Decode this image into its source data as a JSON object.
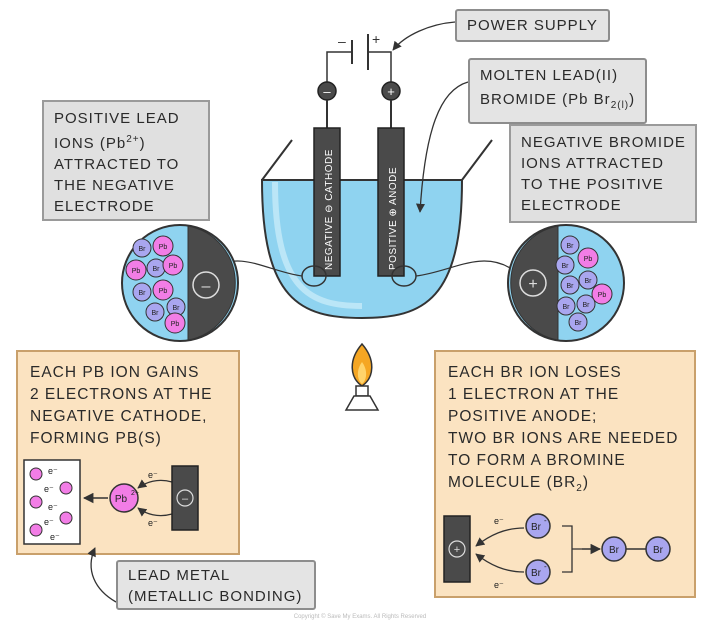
{
  "labels": {
    "power_supply": "POWER SUPPLY",
    "molten_1": "MOLTEN LEAD(II)",
    "molten_2": "BROMIDE (Pb Br",
    "molten_sub": "2(l)",
    "molten_close": ")",
    "pos_ions_1": "POSITIVE LEAD",
    "pos_ions_2a": "IONS (Pb",
    "pos_ions_2sup": "2+",
    "pos_ions_2b": ")",
    "pos_ions_3": "ATTRACTED TO",
    "pos_ions_4": "THE NEGATIVE",
    "pos_ions_5": "ELECTRODE",
    "neg_ions_1": "NEGATIVE BROMIDE",
    "neg_ions_2": "IONS ATTRACTED",
    "neg_ions_3": "TO THE POSITIVE",
    "neg_ions_4": "ELECTRODE",
    "cathode_label": "NEGATIVE ⊖ CATHODE",
    "anode_label": "POSITIVE ⊕ ANODE",
    "pb_1": "EACH Pb ION GAINS",
    "pb_2": "2 ELECTRONS AT THE",
    "pb_3": "NEGATIVE CATHODE,",
    "pb_4": "FORMING Pb(s)",
    "br_1": "EACH Br ION LOSES",
    "br_2": "1 ELECTRON AT THE",
    "br_3": "POSITIVE ANODE;",
    "br_4": "TWO Br IONS ARE NEEDED",
    "br_5": "TO FORM A BROMINE",
    "br_6": "MOLECULE (Br",
    "br_6_sub": "2",
    "br_6_close": ")",
    "lead_metal_1": "LEAD METAL",
    "lead_metal_2": "(METALLIC BONDING)",
    "minus_sign": "–",
    "plus_sign": "+",
    "electron": "e⁻",
    "pb_ion": "Pb",
    "pb_ion_sup": "2+",
    "br_ion": "Br",
    "br_ion_sup": "-",
    "br_atom": "Br",
    "copyright": "Copyright © Save My Exams. All Rights Reserved"
  },
  "colors": {
    "electrolyte": "#8fd3f0",
    "electrode": "#4a4a4a",
    "pb_ion": "#f27de6",
    "br_ion": "#a9a6ef",
    "grey_box": "#e0e0e0",
    "peach_box": "#fbe3c1",
    "flame": "#f5a623"
  }
}
